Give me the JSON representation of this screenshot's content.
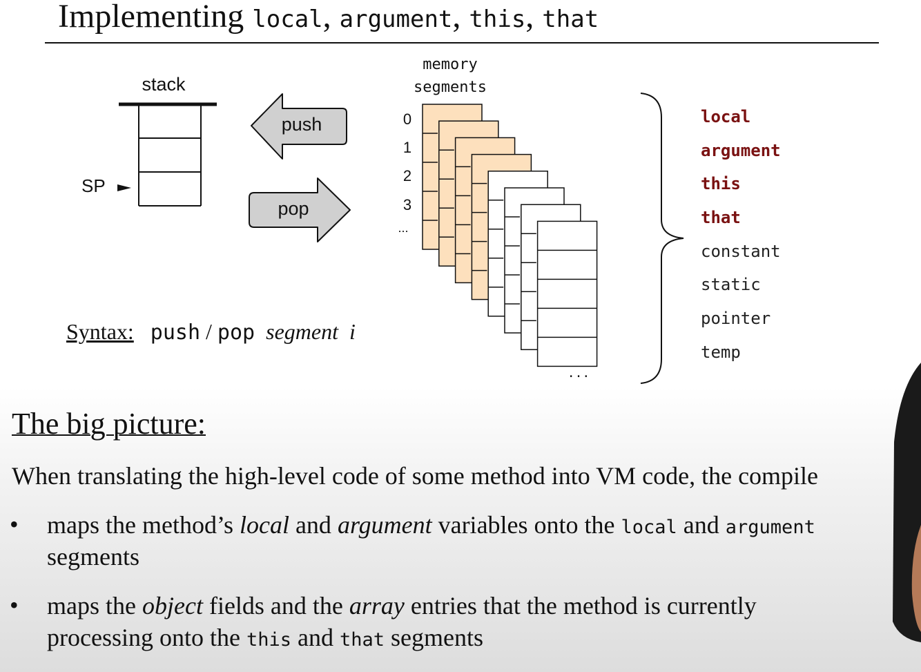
{
  "title": {
    "prefix": "Implementing",
    "code1": "local",
    "sep1": ", ",
    "code2": "argument",
    "sep2": ", ",
    "code3": "this",
    "sep3": ", ",
    "code4": "that"
  },
  "diagram": {
    "stack_label": "stack",
    "sp_label": "SP",
    "push_label": "push",
    "pop_label": "pop",
    "memory_label_line1": "memory",
    "memory_label_line2": "segments",
    "indices": [
      "0",
      "1",
      "2",
      "3",
      "..."
    ],
    "ellipsis": "..."
  },
  "syntax": {
    "label": "Syntax:",
    "push": "push",
    "slash": " / ",
    "pop": "pop",
    "segment": "segment",
    "index": "i"
  },
  "segments": [
    {
      "name": "local",
      "highlight": true
    },
    {
      "name": "argument",
      "highlight": true
    },
    {
      "name": "this",
      "highlight": true
    },
    {
      "name": "that",
      "highlight": true
    },
    {
      "name": "constant",
      "highlight": false
    },
    {
      "name": "static",
      "highlight": false
    },
    {
      "name": "pointer",
      "highlight": false
    },
    {
      "name": "temp",
      "highlight": false
    }
  ],
  "big_picture": {
    "heading": "The big picture:",
    "intro": "When translating the high-level code of some method into VM code, the compile",
    "bullet_char": "•",
    "b1": {
      "t1": "maps the method’s ",
      "i1": "local",
      "t2": " and ",
      "i2": "argument",
      "t3": " variables onto the ",
      "c1": "local",
      "t4": " and ",
      "c2": "argument",
      "line2": "segments"
    },
    "b2": {
      "t1": "maps the ",
      "i1": "object",
      "t2": " fields and the ",
      "i2": "array",
      "t3": " entries that the method is currently",
      "line2a": "processing onto the ",
      "c1": "this",
      "t4": " and ",
      "c2": "that",
      "t5": " segments"
    }
  },
  "colors": {
    "highlight": "#7a1212",
    "segment_fill": "#fde0bd",
    "arrow_fill": "#d0d0d0"
  }
}
